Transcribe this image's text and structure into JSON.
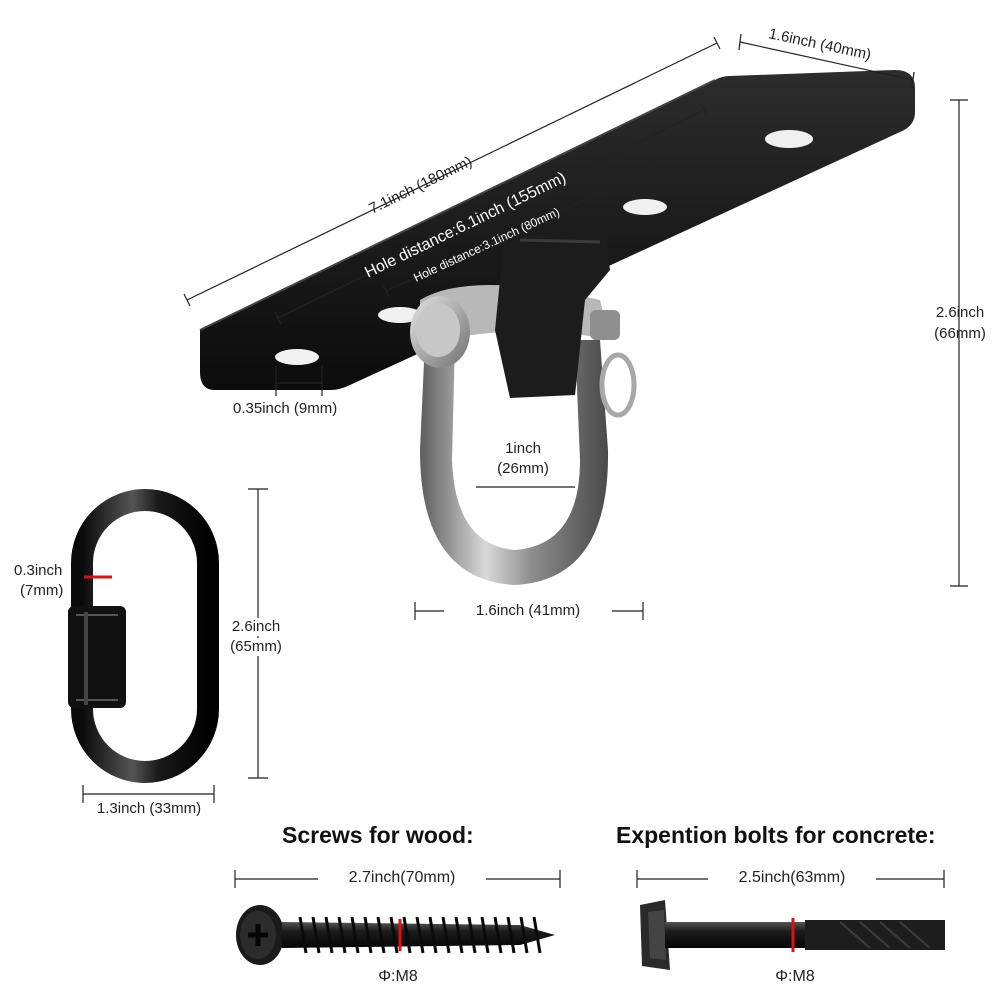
{
  "plate": {
    "length": "7.1inch (180mm)",
    "width": "1.6inch (40mm)",
    "hole_distance_outer": "Hole distance:6.1inch (155mm)",
    "hole_distance_inner": "Hole distance:3.1inch (80mm)",
    "hole_diameter": "0.35inch (9mm)",
    "height_line1": "2.6inch",
    "height_line2": "(66mm)"
  },
  "shackle": {
    "inner_line1": "1inch",
    "inner_line2": "(26mm)",
    "width": "1.6inch (41mm)"
  },
  "quick_link": {
    "thickness_line1": "0.3inch",
    "thickness_line2": "(7mm)",
    "height_line1": "2.6inch",
    "height_line2": "(65mm)",
    "width": "1.3inch (33mm)"
  },
  "wood_screw": {
    "heading": "Screws for wood:",
    "length": "2.7inch(70mm)",
    "diameter": "Φ:M8"
  },
  "concrete_bolt": {
    "heading": "Expention bolts for concrete:",
    "length": "2.5inch(63mm)",
    "diameter": "Φ:M8"
  },
  "colors": {
    "plate": "#141414",
    "steel": "#9a9a9a",
    "dimension_line": "#222222",
    "marker_red": "#e01010"
  }
}
